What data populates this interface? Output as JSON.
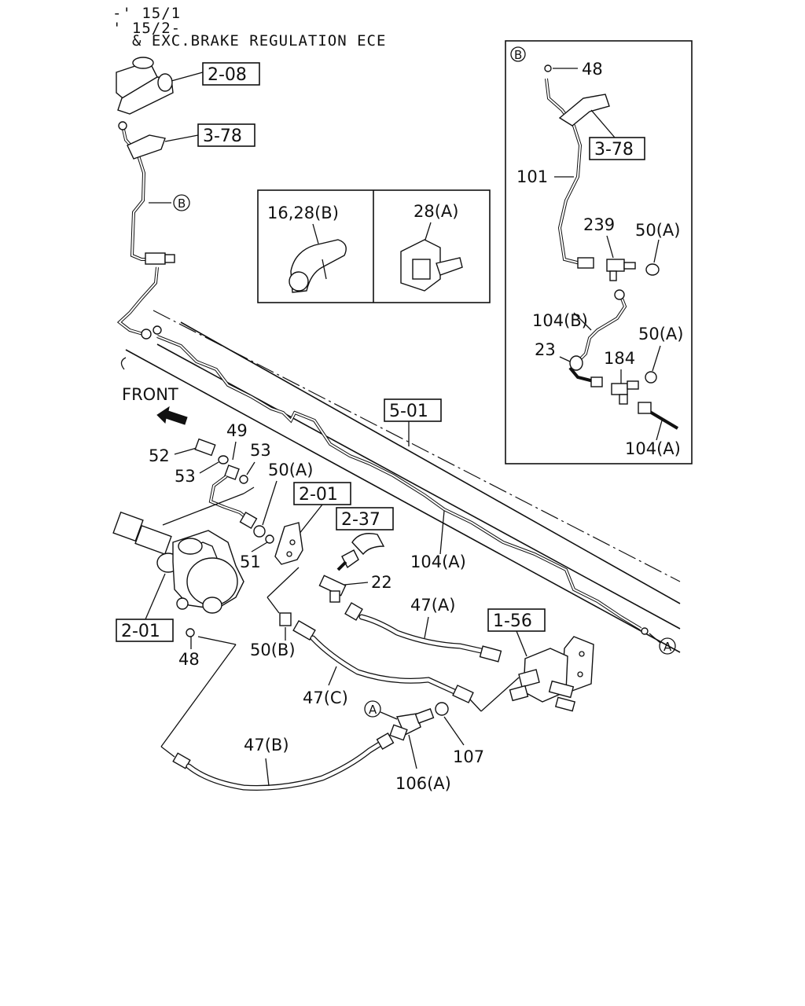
{
  "header": {
    "line1": "-' 15/1",
    "line2": "' 15/2-",
    "line3": "& EXC.BRAKE REGULATION ECE"
  },
  "front_label": "FRONT",
  "refs": {
    "r208": "2-08",
    "r378": "3-78",
    "r378b": "3-78",
    "r501": "5-01",
    "r201a": "2-01",
    "r201b": "2-01",
    "r237": "2-37",
    "r156": "1-56"
  },
  "inset_clips": {
    "left": "16,28(B)",
    "right": "28(A)"
  },
  "detail_b": {
    "marker": "B",
    "p48": "48",
    "p101": "101",
    "p239": "239",
    "p50a1": "50(A)",
    "p104b": "104(B)",
    "p23": "23",
    "p184": "184",
    "p50a2": "50(A)",
    "p104a": "104(A)"
  },
  "callouts": {
    "p52": "52",
    "p53a": "53",
    "p49": "49",
    "p53b": "53",
    "p50a": "50(A)",
    "p51": "51",
    "p22": "22",
    "p104a": "104(A)",
    "p47a": "47(A)",
    "p48": "48",
    "p50b": "50(B)",
    "p47c": "47(C)",
    "p47b": "47(B)",
    "p106a": "106(A)",
    "p107": "107"
  },
  "markers": {
    "b_main": "B",
    "a_right": "A",
    "a_tee": "A"
  }
}
